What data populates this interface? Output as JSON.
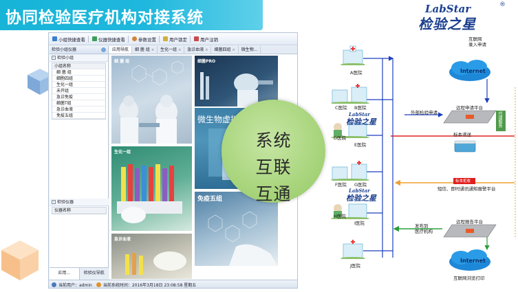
{
  "banner": {
    "title": "协同检验医疗机构对接系统"
  },
  "logo": {
    "latin": "LabStar",
    "cn": "检验之星",
    "reg": "®"
  },
  "toolbar": {
    "items": [
      {
        "label": "小组快捷查看",
        "icon": "grid-icon",
        "color": "#3b7fd0"
      },
      {
        "label": "仪器快捷查看",
        "icon": "device-icon",
        "color": "#3b9f5a"
      },
      {
        "label": "参数设置",
        "icon": "gear-icon",
        "color": "#d0863b"
      },
      {
        "label": "用户锁定",
        "icon": "lock-icon",
        "color": "#d0b03b"
      },
      {
        "label": "用户注销",
        "icon": "logout-icon",
        "color": "#c94a4a"
      }
    ]
  },
  "left_panel": {
    "header": "检验小组仪器",
    "group_title": "检验小组",
    "column_header": "小组名称",
    "groups": [
      "细 菌 组",
      "细胞四组",
      "生化一组",
      "未开组",
      "急诊免疫",
      "细菌T组",
      "急诊血液",
      "免疫五组"
    ],
    "device_title": "检验仪器",
    "device_column": "仪器名称",
    "tabs": [
      "应用...",
      "检验仪导航"
    ]
  },
  "main": {
    "tabs": [
      "应用导航",
      "细 菌 组",
      "生化一组",
      "急诊血液",
      "细菌四组",
      "微生物..."
    ],
    "tiles": {
      "t1": "细 菌 组",
      "t2": "细菌PRO",
      "t3": "微生物虚拟组",
      "t4": "生化一组",
      "t5": "免疫五组",
      "t6": "急诊血液"
    }
  },
  "statusbar": {
    "user": "当前用户：admin",
    "time": "当前系统时间：2016年3月18日 23:08:58 星期五"
  },
  "circle": {
    "lines": [
      "系统",
      "互联",
      "互通"
    ]
  },
  "diagram": {
    "hospitals": [
      "A医院",
      "C医院",
      "B医院",
      "D医院",
      "E医院",
      "F医院",
      "G医院",
      "H医院",
      "I医院",
      "J医院"
    ],
    "internet": "Internet",
    "internet_label_top": "互联网\n录入申请",
    "external_apply": "外部检验申请",
    "platform_apply": "远程申请平台",
    "proxy_service": "代理服务",
    "specimen_transport": "标本递送",
    "specimen_reject": "标本拒收",
    "notify_platform": "短信、即时通讯通知报警平台",
    "platform_report": "远程报告平台",
    "publish_to": "发布到\n医疗机构",
    "internet_label_bottom": "互联网浏览打印",
    "logo_latin": "LabStar",
    "logo_cn": "检验之星"
  }
}
